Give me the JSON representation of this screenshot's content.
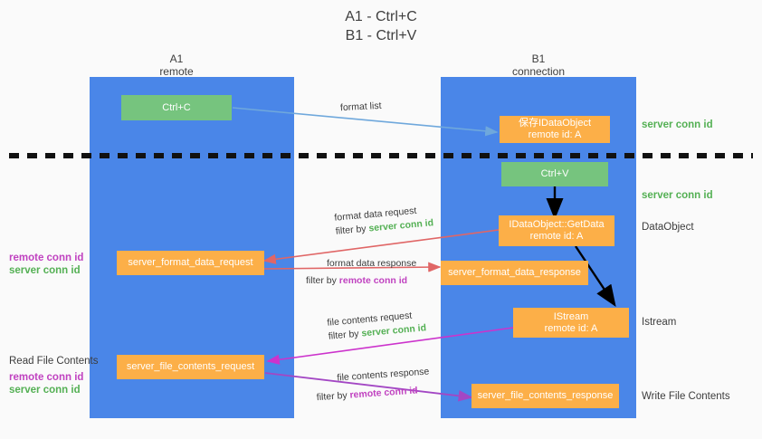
{
  "title": {
    "line1": "A1 - Ctrl+C",
    "line2": "B1 - Ctrl+V"
  },
  "columns": [
    {
      "name": "A1",
      "sub": "remote"
    },
    {
      "name": "B1",
      "sub": "connection"
    }
  ],
  "colors": {
    "panel_blue": "#4a86e8",
    "box_green": "#76c47e",
    "box_orange": "#fcaf48",
    "server_conn_green": "#54b054",
    "remote_conn_purple": "#c042c0",
    "arrow_light_blue": "#6fa8dc",
    "arrow_red": "#e06666",
    "arrow_magenta": "#cc33cc",
    "arrow_purple": "#9b59b6",
    "arrow_black": "#000000",
    "background": "#fafafa"
  },
  "nodes": {
    "ctrl_c": "Ctrl+C",
    "save_idataobject": {
      "line1": "保存IDataObject",
      "line2": "remote id: A"
    },
    "ctrl_v": "Ctrl+V",
    "getdata": {
      "line1": "IDataObject::GetData",
      "line2": "remote id: A"
    },
    "istream": {
      "line1": "IStream",
      "line2": "remote id: A"
    },
    "server_format_data_request": "server_format_data_request",
    "server_format_data_response": "server_format_data_response",
    "server_file_contents_request": "server_file_contents_request",
    "server_file_contents_response": "server_file_contents_response"
  },
  "right_labels": {
    "server_conn_id_1": "server conn id",
    "server_conn_id_2": "server conn id",
    "dataobject": "DataObject",
    "istream": "Istream",
    "write_file_contents": "Write File Contents"
  },
  "left_labels": {
    "remote_conn_id_1": "remote conn id",
    "server_conn_id_1": "server conn id",
    "read_file_contents": "Read File Contents",
    "remote_conn_id_2": "remote conn id",
    "server_conn_id_2": "server conn id"
  },
  "edges": [
    {
      "id": "format-list",
      "label": "format list",
      "filter_prefix": "",
      "filter_target": "",
      "filter_kind": ""
    },
    {
      "id": "format-data-request",
      "label": "format data request",
      "filter_prefix": "filter by ",
      "filter_target": "server conn id",
      "filter_kind": "server"
    },
    {
      "id": "format-data-response",
      "label": "format data response",
      "filter_prefix": "filter by ",
      "filter_target": "remote conn id",
      "filter_kind": "remote"
    },
    {
      "id": "file-contents-request",
      "label": "file contents request",
      "filter_prefix": "filter by ",
      "filter_target": "server conn id",
      "filter_kind": "server"
    },
    {
      "id": "file-contents-response",
      "label": "file contents response",
      "filter_prefix": "filter by ",
      "filter_target": "remote conn id",
      "filter_kind": "remote"
    }
  ]
}
